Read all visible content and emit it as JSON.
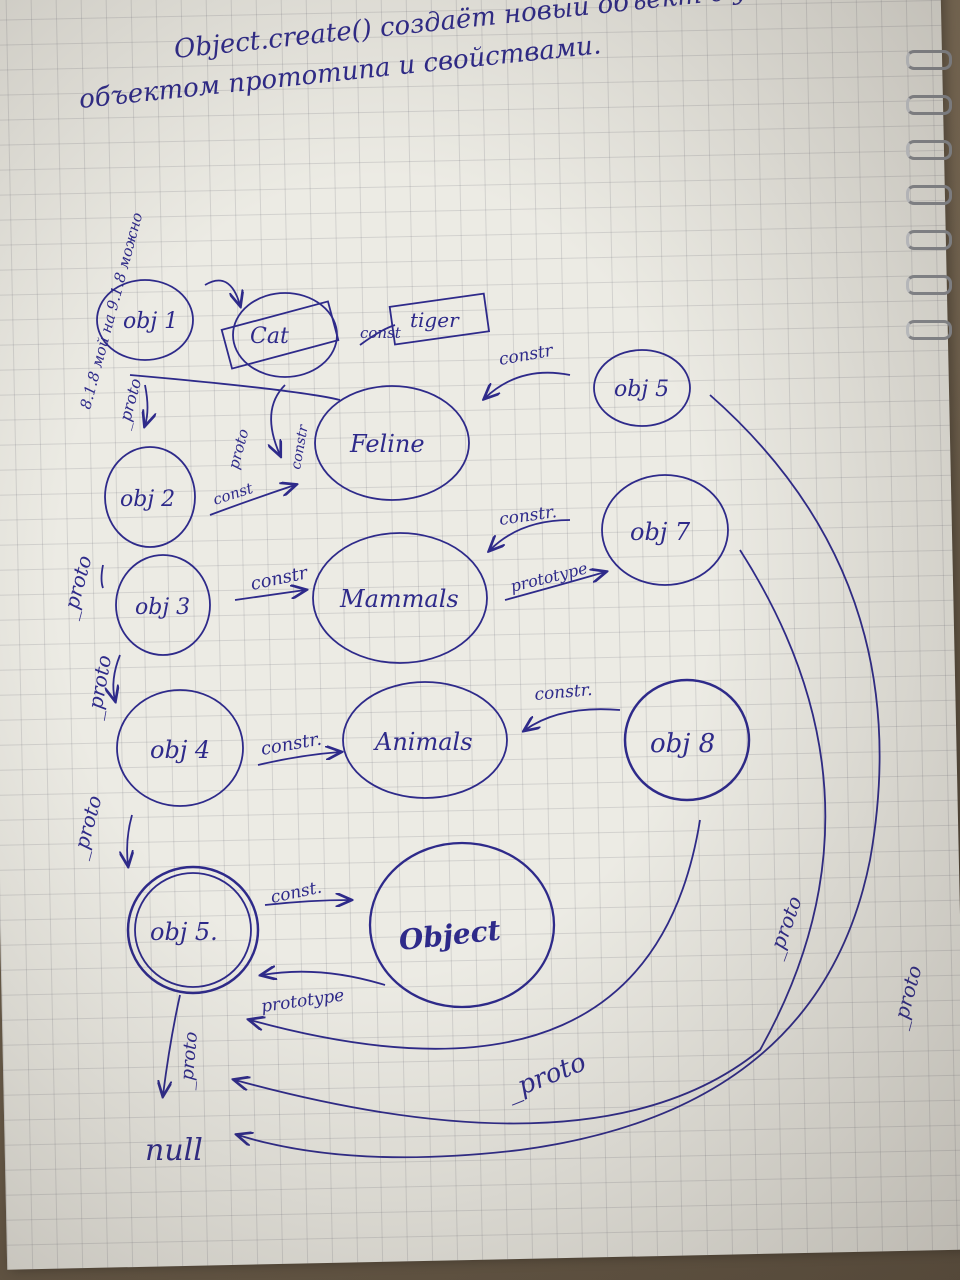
{
  "header_lines": [
    "Object.create() создаёт новый объект с указанным",
    "объектом прототипа и свойствами."
  ],
  "nodes": {
    "obj1": "obj 1",
    "cat": "Cat",
    "tiger": "tiger",
    "obj5_top": "obj 5",
    "feline": "Feline",
    "obj2": "obj 2",
    "obj7": "obj 7",
    "obj3": "obj 3",
    "mammals": "Mammals",
    "obj4": "obj 4",
    "animals": "Animals",
    "obj8": "obj 8",
    "obj5_bottom": "obj 5.",
    "object": "Object"
  },
  "edge_labels": {
    "const_cat": "const",
    "constr_obj5": "constr",
    "constr_obj2": "const",
    "constr_obj7": "constr.",
    "prototype_obj7": "prototype",
    "constr_obj3": "constr",
    "constr_obj8": "constr.",
    "constr_obj4": "constr.",
    "const_obj5": "const.",
    "prototype_object": "prototype",
    "proto_obj1": "_proto",
    "proto_obj2": "_proto",
    "proto_obj3": "_proto",
    "proto_obj4": "_proto",
    "proto_obj5": "_proto",
    "proto_arc1": "_proto",
    "proto_arc2": "_proto",
    "proto_arc3": "_proto",
    "proto_cat": "proto",
    "constr_cat": "constr"
  },
  "null_label": "null",
  "margin_note": "8.1.8 мой на 9.1.8 можно",
  "colors": {
    "ink": "#2e2a8a",
    "paper": "#ecebe4"
  }
}
